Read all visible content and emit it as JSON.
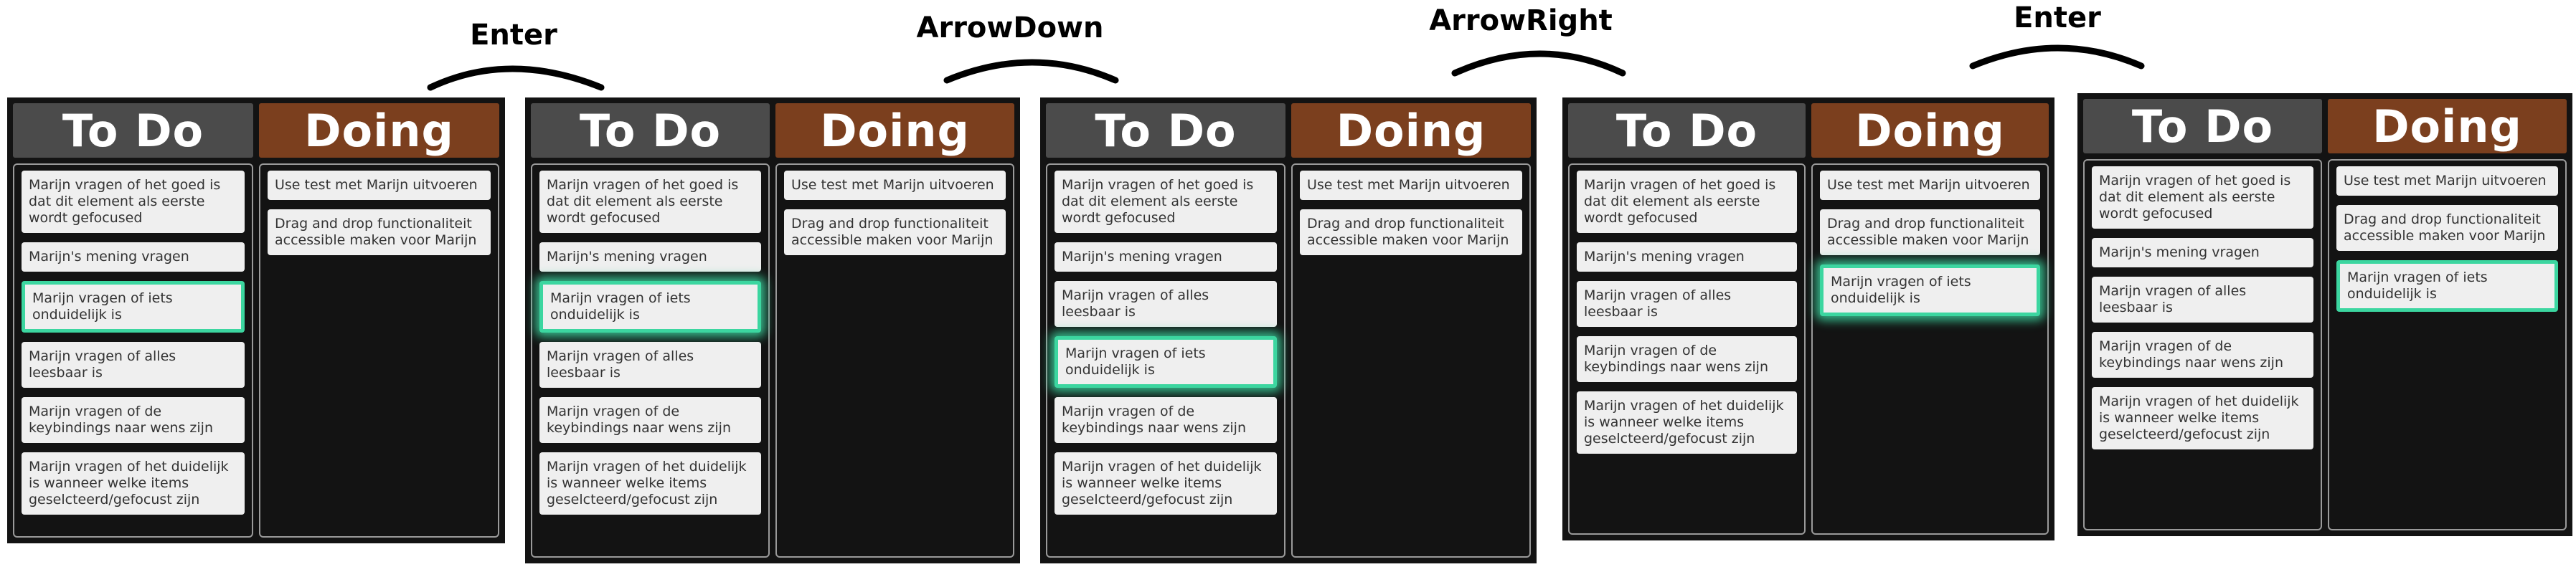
{
  "keys": [
    "Enter",
    "ArrowDown",
    "ArrowRight",
    "Enter"
  ],
  "columns": {
    "todo": "To Do",
    "doing": "Doing"
  },
  "cards": {
    "c1": "Marijn vragen of het goed is dat dit element als eerste wordt gefocused",
    "c2": "Marijn's mening vragen",
    "c3": "Marijn vragen of iets onduidelijk is",
    "c4": "Marijn vragen of alles leesbaar is",
    "c5": "Marijn vragen of de keybindings naar wens zijn",
    "c6": "Marijn vragen of het duidelijk is wanneer welke items geselcteerd/gefocust zijn",
    "d1": "Use test met Marijn uitvoeren",
    "d2": "Drag and drop functionaliteit accessible maken voor Marijn"
  },
  "colors": {
    "accent": "#3cd6a0",
    "todo_header": "#4b4b4b",
    "doing_header": "#7b3f1e",
    "board": "#131313"
  }
}
